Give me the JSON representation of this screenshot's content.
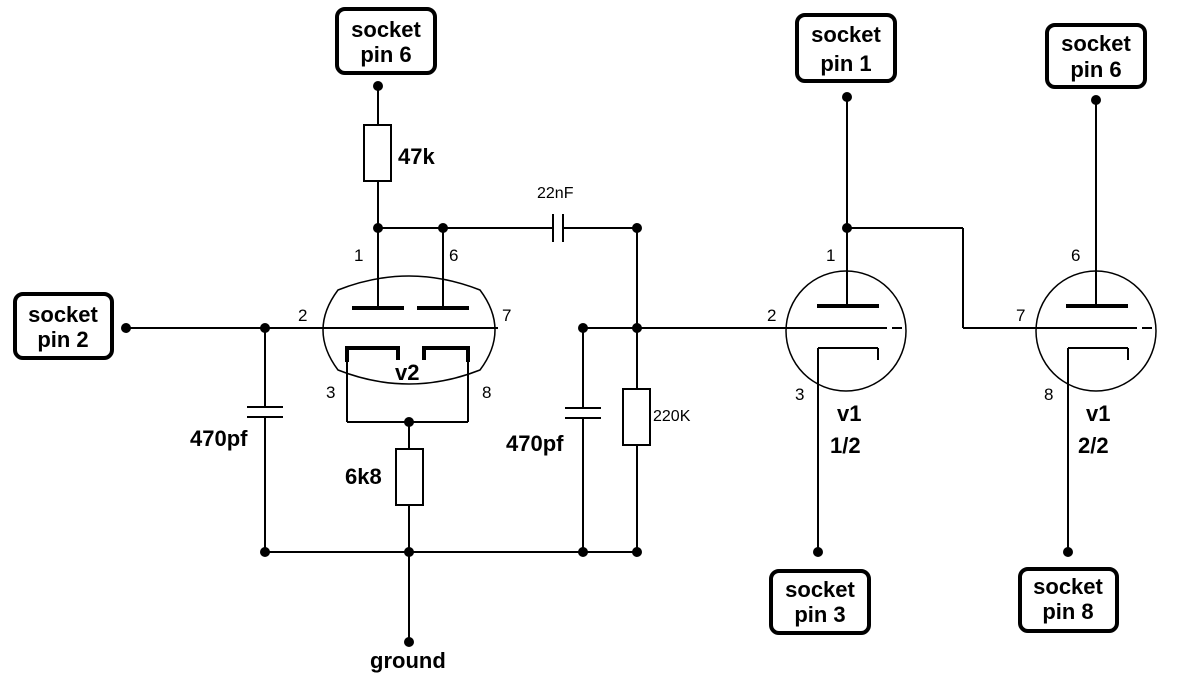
{
  "sockets": {
    "pin6_v2": {
      "line1": "socket",
      "line2": "pin 6"
    },
    "pin2": {
      "line1": "socket",
      "line2": "pin 2"
    },
    "pin1": {
      "line1": "socket",
      "line2": "pin 1"
    },
    "pin6_v1": {
      "line1": "socket",
      "line2": "pin 6"
    },
    "pin3": {
      "line1": "socket",
      "line2": "pin 3"
    },
    "pin8": {
      "line1": "socket",
      "line2": "pin 8"
    }
  },
  "components": {
    "r_47k": "47k",
    "c_22nf": "22nF",
    "c_470pf_left": "470pf",
    "c_470pf_right": "470pf",
    "r_6k8": "6k8",
    "r_220k": "220K",
    "ground": "ground"
  },
  "tubes": {
    "v2": {
      "label": "v2",
      "pins": {
        "p1": "1",
        "p6": "6",
        "p2": "2",
        "p7": "7",
        "p3": "3",
        "p8": "8"
      }
    },
    "v1a": {
      "label": "v1",
      "sub": "1/2",
      "pins": {
        "p1": "1",
        "p2": "2",
        "p3": "3"
      }
    },
    "v1b": {
      "label": "v1",
      "sub": "2/2",
      "pins": {
        "p6": "6",
        "p7": "7",
        "p8": "8"
      }
    }
  }
}
